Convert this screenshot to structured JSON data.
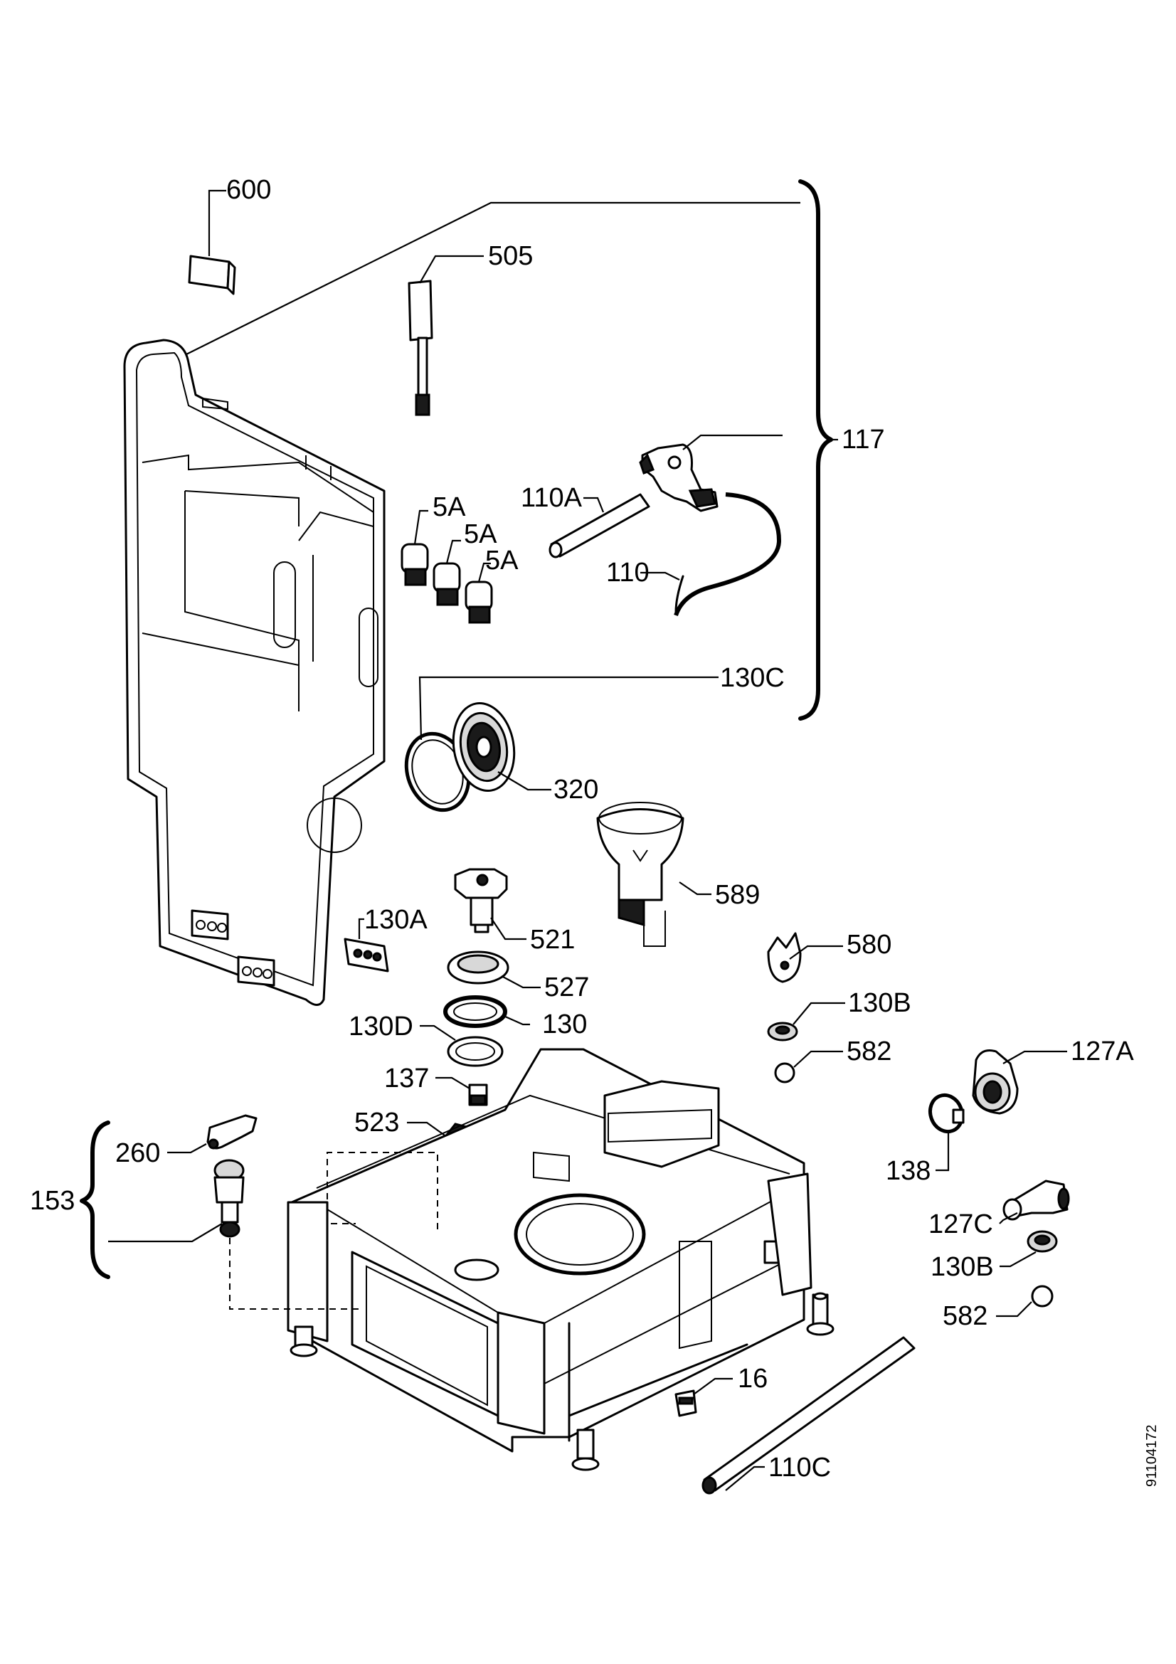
{
  "labels": {
    "p600": "600",
    "p505": "505",
    "p117": "117",
    "p5a_1": "5A",
    "p5a_2": "5A",
    "p5a_3": "5A",
    "p110a": "110A",
    "p110": "110",
    "p130c": "130C",
    "p320": "320",
    "p589": "589",
    "p521": "521",
    "p130a": "130A",
    "p527": "527",
    "p580": "580",
    "p130b_1": "130B",
    "p130": "130",
    "p130d": "130D",
    "p582_1": "582",
    "p127a": "127A",
    "p137": "137",
    "p523": "523",
    "p138": "138",
    "p260": "260",
    "p153": "153",
    "p127c": "127C",
    "p130b_2": "130B",
    "p582_2": "582",
    "p16": "16",
    "p110c": "110C"
  },
  "document_id": "91104172"
}
